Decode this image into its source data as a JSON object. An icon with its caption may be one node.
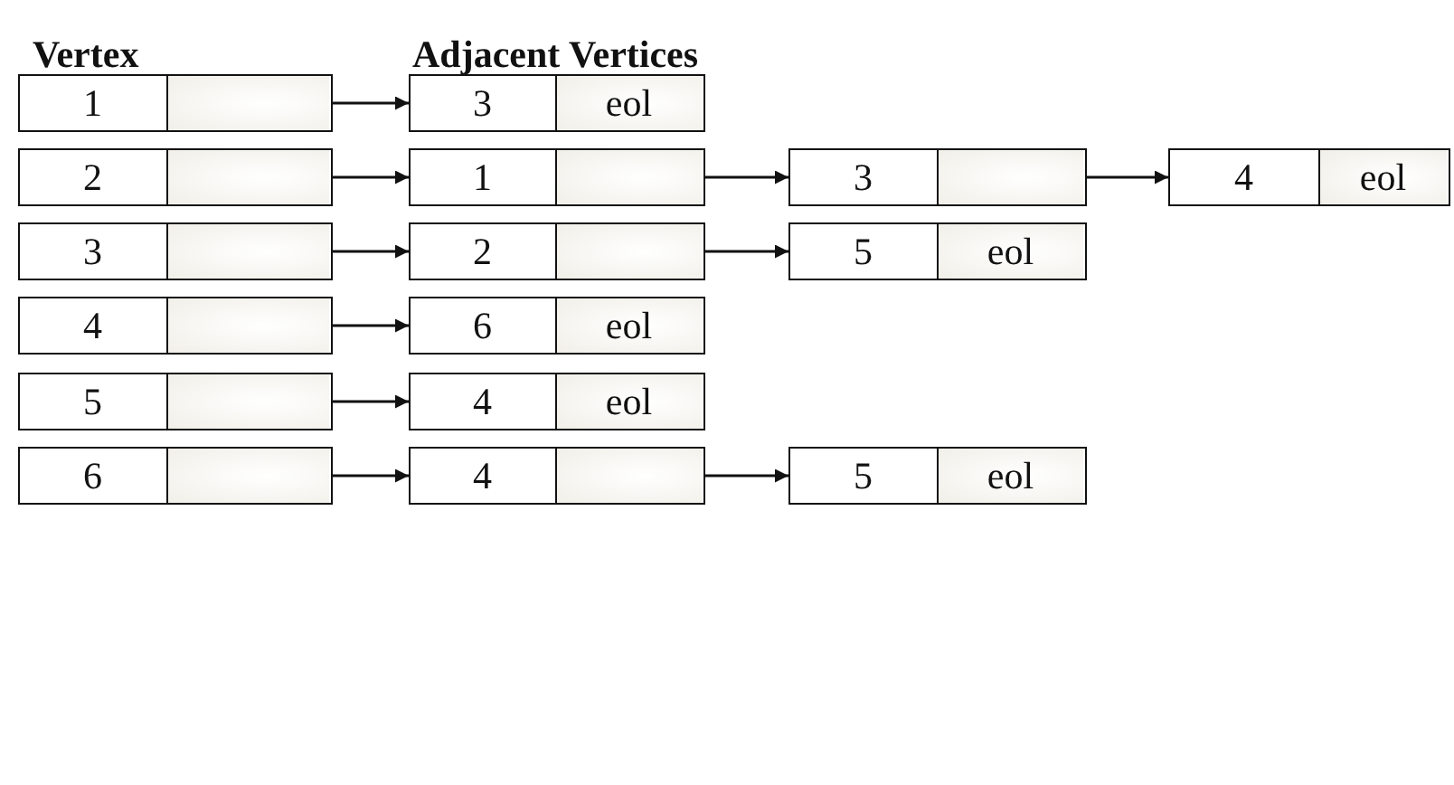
{
  "diagram": {
    "nodes": [
      {
        "text": [
          "1"
        ]
      },
      {
        "text": [
          "3",
          "eol"
        ]
      },
      {
        "text": [
          "2"
        ]
      },
      {
        "text": [
          "1"
        ]
      },
      {
        "text": [
          "3"
        ]
      },
      {
        "text": [
          "4",
          "eol"
        ]
      },
      {
        "text": [
          "3"
        ]
      },
      {
        "text": [
          "2"
        ]
      },
      {
        "text": [
          "5",
          "eol"
        ]
      },
      {
        "text": [
          "4"
        ]
      },
      {
        "text": [
          "6",
          "eol"
        ]
      },
      {
        "text": [
          "5"
        ]
      },
      {
        "text": [
          "4",
          "eol"
        ]
      },
      {
        "text": [
          "6"
        ]
      },
      {
        "text": [
          "4"
        ]
      },
      {
        "text": [
          "5",
          "eol"
        ]
      }
    ],
    "edges": [
      {
        "from": 0,
        "to": 1,
        "arrow": "to"
      },
      {
        "from": 2,
        "to": 3,
        "arrow": "to"
      },
      {
        "from": 3,
        "to": 4,
        "arrow": "to"
      },
      {
        "from": 4,
        "to": 5,
        "arrow": "to"
      },
      {
        "from": 6,
        "to": 7,
        "arrow": "to"
      },
      {
        "from": 7,
        "to": 8,
        "arrow": "to"
      },
      {
        "from": 9,
        "to": 10,
        "arrow": "to"
      },
      {
        "from": 11,
        "to": 12,
        "arrow": "to"
      },
      {
        "from": 13,
        "to": 14,
        "arrow": "to"
      },
      {
        "from": 14,
        "to": 15,
        "arrow": "to"
      }
    ],
    "labels": [
      "Vertex",
      "Adjacent Vertices"
    ]
  }
}
